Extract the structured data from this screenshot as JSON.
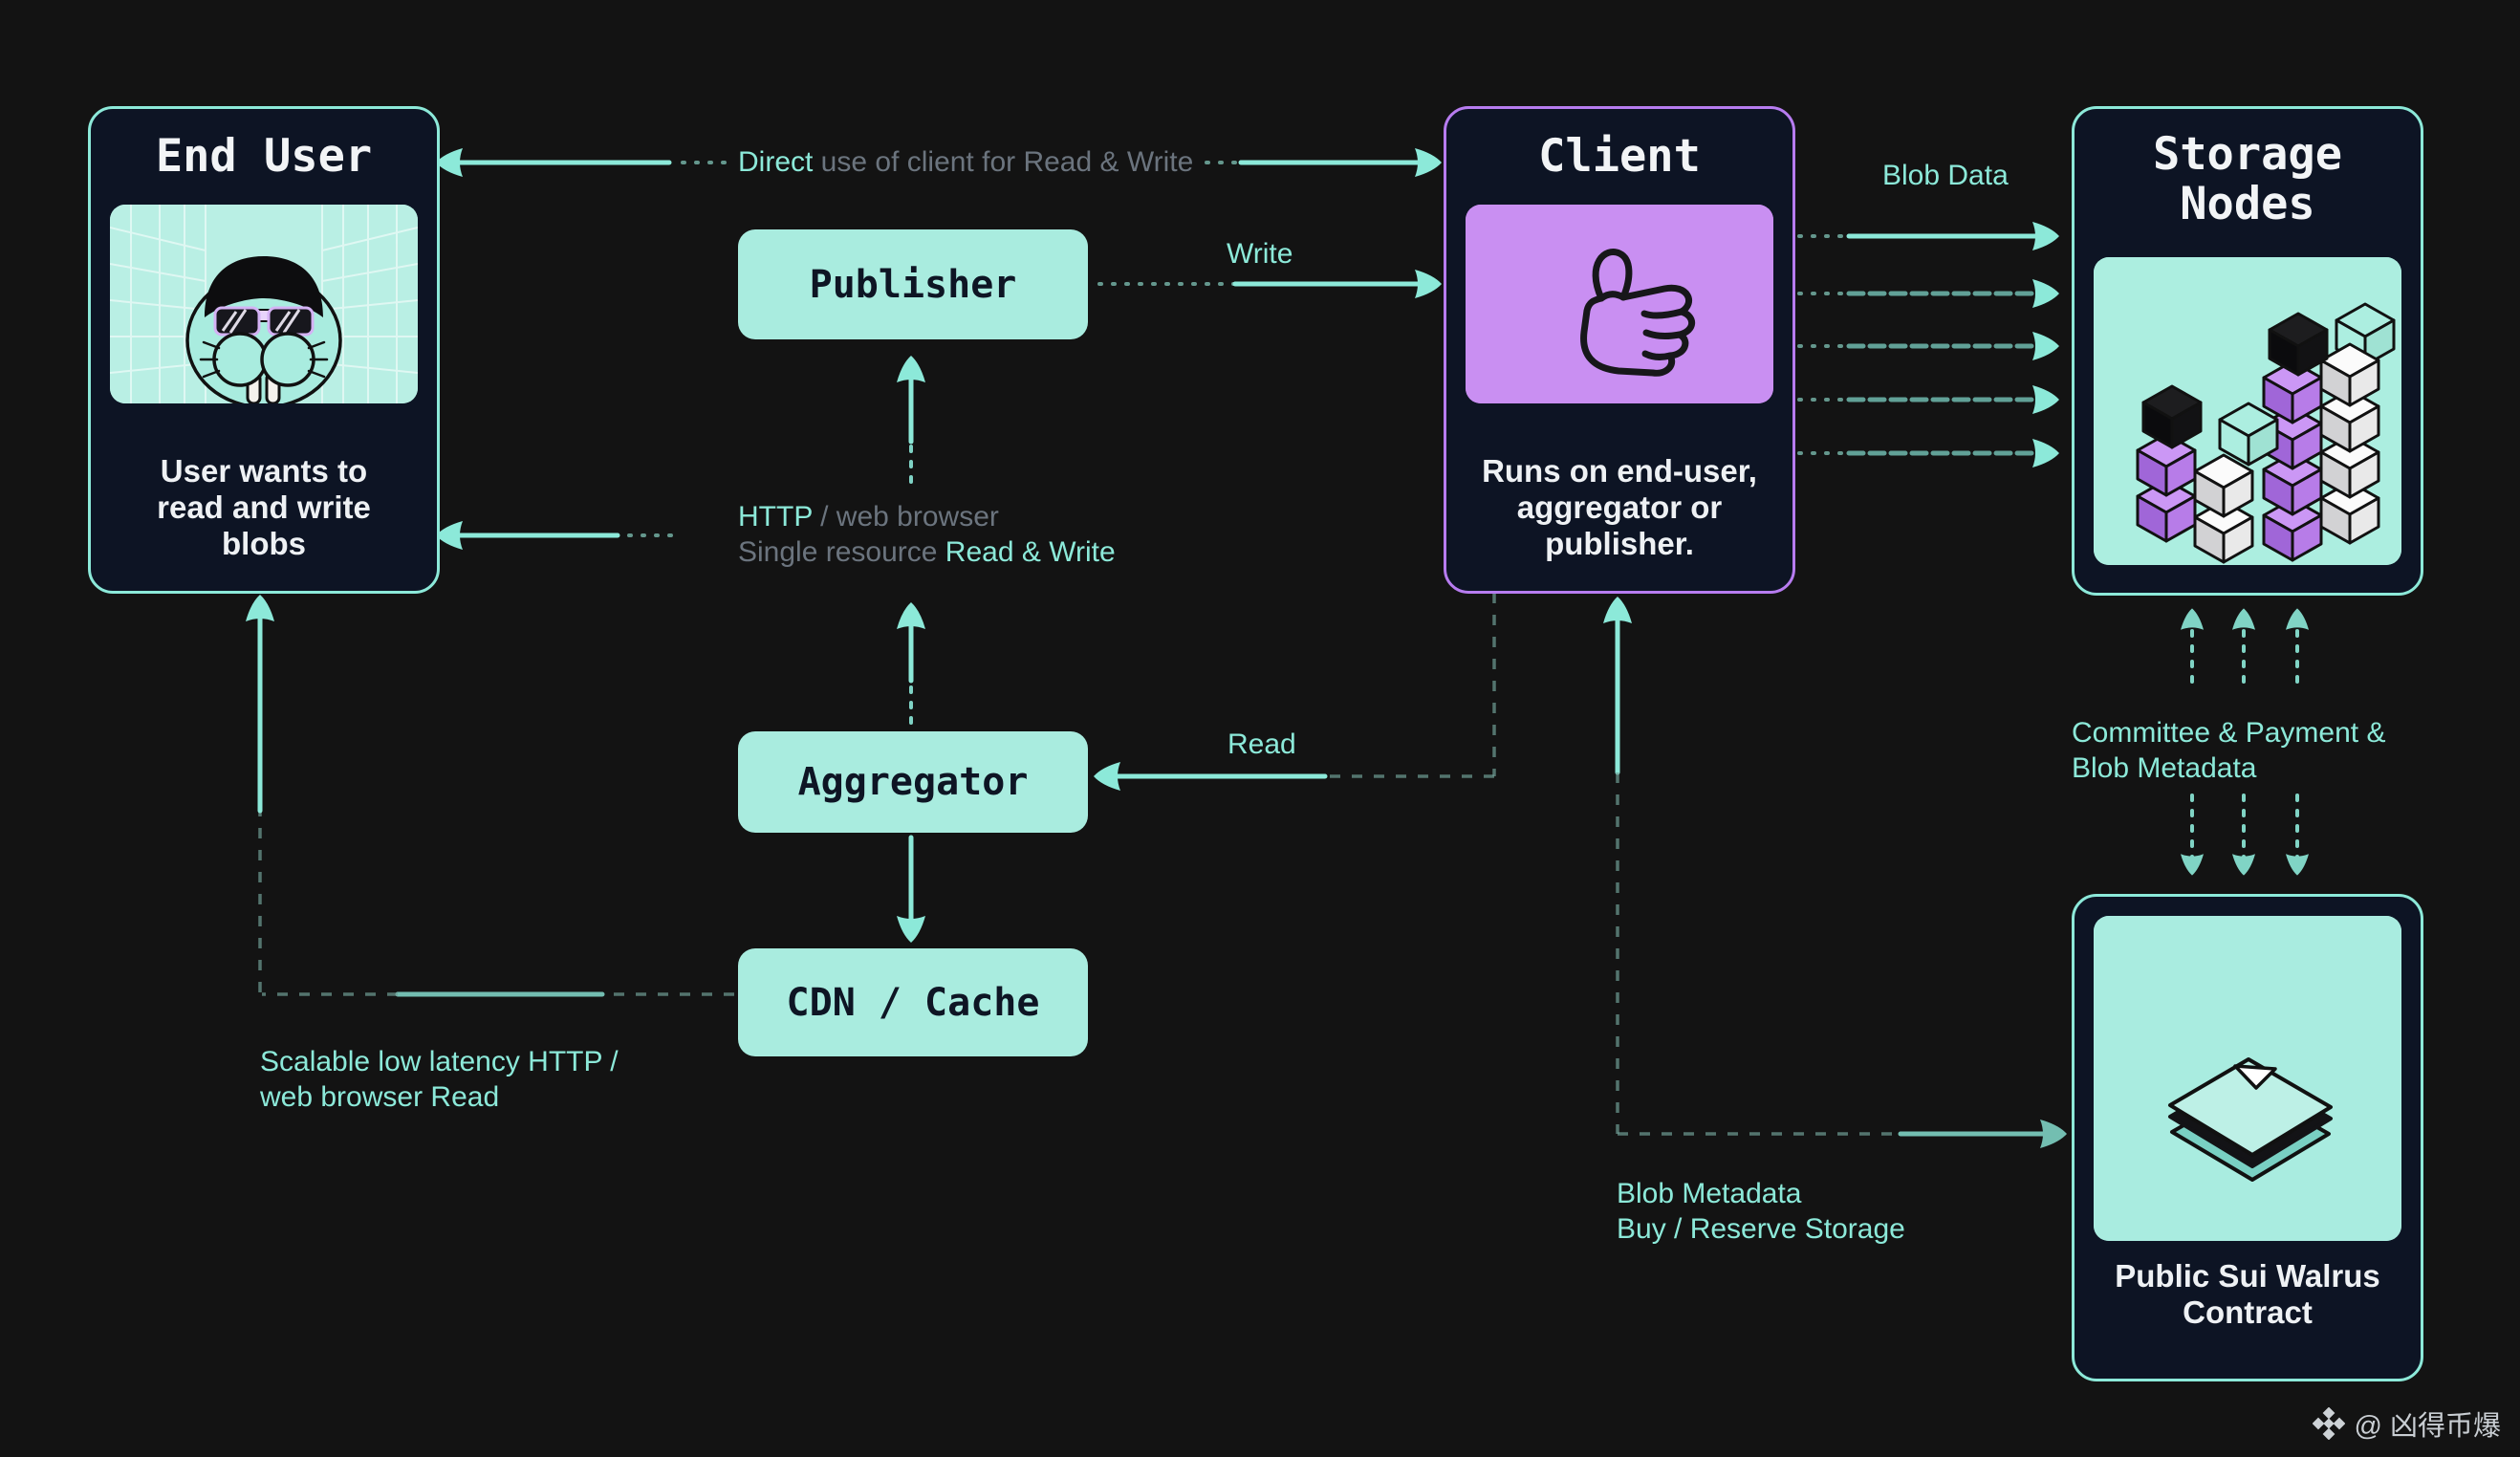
{
  "page": {
    "background": "#131313"
  },
  "cards": {
    "end_user": {
      "title": "End User",
      "caption_lines": [
        "User wants to",
        "read and write",
        "blobs"
      ],
      "illustration": "walrus-avatar"
    },
    "client": {
      "title": "Client",
      "caption_lines": [
        "Runs on end-user,",
        "aggregator or",
        "publisher."
      ],
      "illustration": "thumbs-up"
    },
    "storage_nodes": {
      "title_lines": [
        "Storage",
        "Nodes"
      ],
      "illustration": "cube-stacks"
    },
    "contract": {
      "caption_lines": [
        "Public Sui Walrus",
        "Contract"
      ],
      "illustration": "stacked-documents"
    }
  },
  "pills": {
    "publisher": "Publisher",
    "aggregator": "Aggregator",
    "cdn": "CDN / Cache"
  },
  "labels": {
    "direct_em": "Direct",
    "direct_rest": " use of client for Read & Write",
    "write": "Write",
    "read": "Read",
    "blob_data": "Blob Data",
    "http1_em": "HTTP",
    "http1_rest": " / web browser",
    "http2_rest": "Single resource ",
    "http2_em": "Read & Write",
    "scalable_lines": [
      "Scalable low latency HTTP /",
      "web browser Read"
    ],
    "committee_lines": [
      "Committee & Payment &",
      "Blob Metadata"
    ],
    "blob_meta_lines": [
      "Blob Metadata",
      "Buy / Reserve Storage"
    ]
  },
  "watermark": {
    "icon": "binance-logo",
    "text": "@ 凶得币爆"
  },
  "colors": {
    "teal_accent": "#8ce9d9",
    "mint_fill": "#a9ecdf",
    "mint_panel": "#b9efe4",
    "navy_card": "#0d1424",
    "purple_border": "#b77cf0",
    "purple_panel": "#c98ff2",
    "grey_text": "#6b747e",
    "white_text": "#eef1f4"
  }
}
